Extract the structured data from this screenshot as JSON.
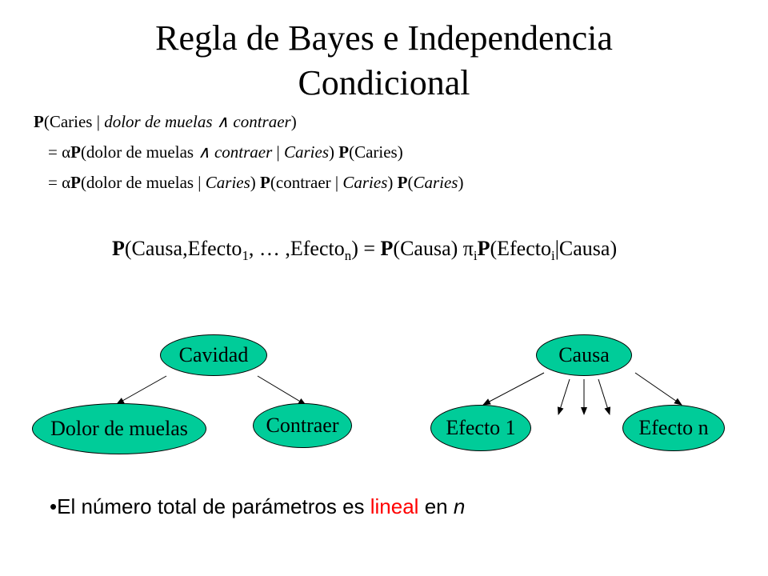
{
  "title": {
    "line1": "Regla de Bayes e Independencia",
    "line2": "Condicional"
  },
  "eq1": {
    "p": "P",
    "open": "(Caries | ",
    "given": "dolor de muelas ",
    "and": "∧",
    "rest": " contraer",
    "close": ")"
  },
  "eq2": {
    "lead": "= α",
    "p1": "P",
    "a": "(dolor de muelas ",
    "and": "∧",
    "b": " contraer",
    "c": " | ",
    "d": "Caries",
    "e": ") ",
    "p2": "P",
    "f": "(Caries)"
  },
  "eq3": {
    "lead": "= α",
    "p1": "P",
    "a": "(dolor de muelas | ",
    "b": "Caries",
    "c": ") ",
    "p2": "P",
    "d": "(contraer | ",
    "e": "Caries",
    "f": ") ",
    "p3": "P",
    "g": "(",
    "h": "Caries",
    "i": ")"
  },
  "formula": {
    "p1": "P",
    "a": "(Causa,Efecto",
    "sub1": "1",
    "b": ", … ,Efecto",
    "subn": "n",
    "c": ") = ",
    "p2": "P",
    "d": "(Causa) π",
    "subi": "i",
    "p3": "P",
    "e": "(Efecto",
    "subi2": "i",
    "f": "|Causa)"
  },
  "left_diagram": {
    "root": "Cavidad",
    "child1": "Dolor de muelas",
    "child2": "Contraer"
  },
  "right_diagram": {
    "root": "Causa",
    "child1": "Efecto 1",
    "child2": "Efecto n"
  },
  "bullet": {
    "marker": "•",
    "a": "El número total de parámetros es ",
    "highlight": "lineal",
    "b": " en ",
    "n": "n"
  },
  "colors": {
    "node_fill": "#00cc99",
    "highlight": "#ff0000"
  }
}
